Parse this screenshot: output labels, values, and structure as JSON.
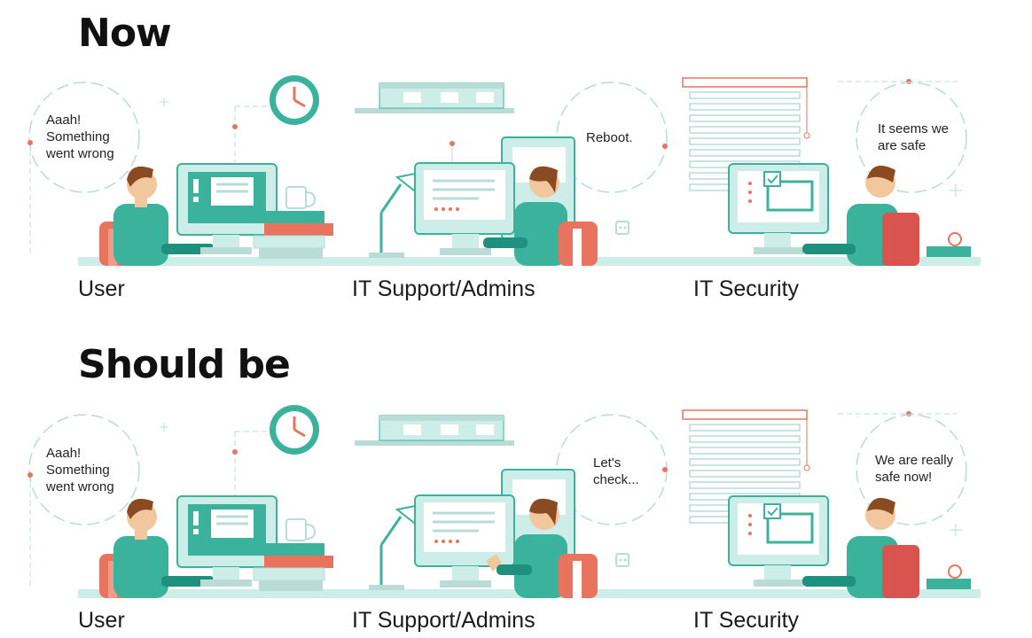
{
  "sections": [
    {
      "title": "Now",
      "panels": [
        {
          "role": "User",
          "bubble": "Aaah!\nSomething\nwent wrong"
        },
        {
          "role": "IT Support/Admins",
          "bubble": "Reboot."
        },
        {
          "role": "IT Security",
          "bubble": "It seems we\nare safe"
        }
      ]
    },
    {
      "title": "Should be",
      "panels": [
        {
          "role": "User",
          "bubble": "Aaah!\nSomething\nwent wrong"
        },
        {
          "role": "IT Support/Admins",
          "bubble": "Let's\ncheck..."
        },
        {
          "role": "IT Security",
          "bubble": "We are really\nsafe now!"
        }
      ]
    }
  ],
  "colors": {
    "teal": "#3bb39c",
    "teal_dark": "#1f8f7e",
    "mint": "#cdeee8",
    "coral": "#e8735f",
    "red_chair": "#d9534f",
    "skin": "#f2c79e",
    "hair": "#8a4a22",
    "line": "#b9dcd6"
  },
  "icons": [
    "clock-icon",
    "desk-lamp-icon",
    "coffee-cup-icon",
    "window-blinds-icon",
    "power-outlet-icon",
    "checkmark-icon",
    "alarm-clock-icon"
  ]
}
